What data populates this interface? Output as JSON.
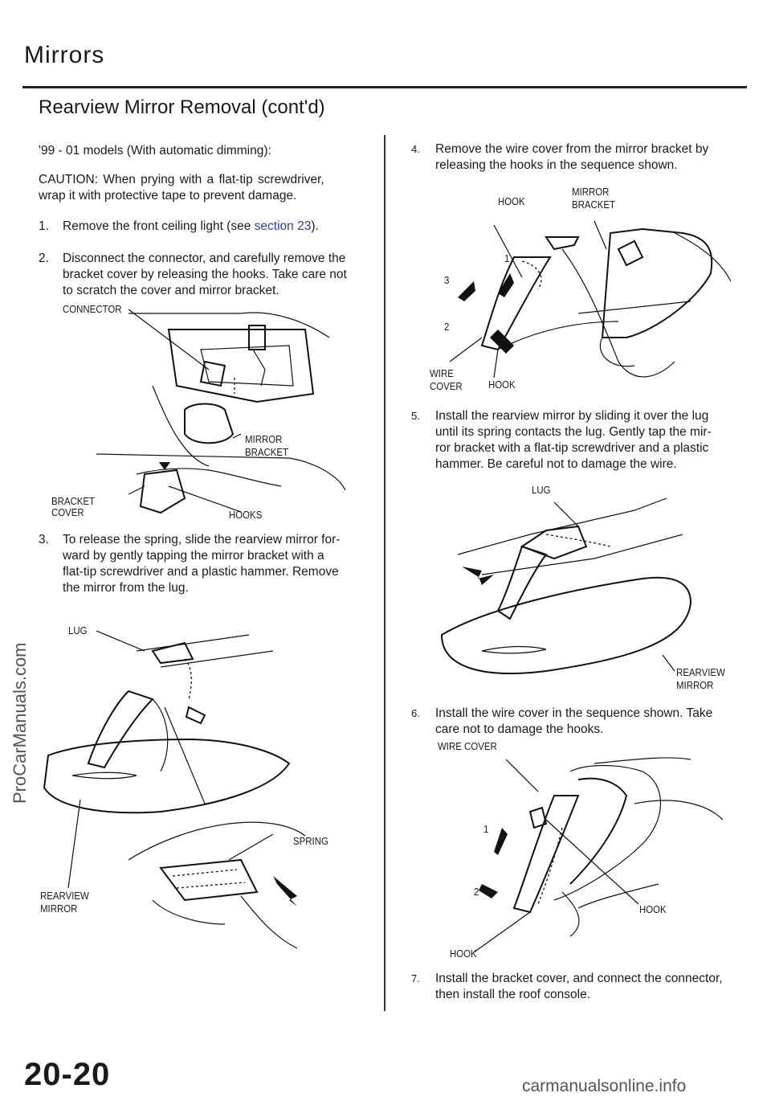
{
  "header": {
    "title": "Mirrors",
    "subtitle": "Rearview Mirror Removal (cont'd)"
  },
  "left": {
    "intro": "'99 - 01 models (With automatic dimming):",
    "caution_line1": "CAUTION: When prying with a flat-tip screwdriver,",
    "caution_line2": "wrap it with protective tape to prevent damage.",
    "step1": {
      "num": "1.",
      "text_before": "Remove the front ceiling light (see ",
      "link": "section 23",
      "text_after": ")."
    },
    "step2": {
      "num": "2.",
      "line1": "Disconnect the connector, and carefully remove the",
      "line2": "bracket cover by releasing the hooks. Take care not",
      "line3": "to scratch the cover and mirror bracket."
    },
    "fig1_labels": {
      "connector": "CONNECTOR",
      "mirror_bracket_1": "MIRROR",
      "mirror_bracket_2": "BRACKET",
      "bracket_cover_1": "BRACKET",
      "bracket_cover_2": "COVER",
      "hooks": "HOOKS"
    },
    "step3": {
      "num": "3.",
      "line1": "To release the spring, slide the rearview mirror for-",
      "line2": "ward by gently tapping the mirror bracket with a",
      "line3": "flat-tip screwdriver and a plastic hammer. Remove",
      "line4": "the mirror from the lug."
    },
    "fig2_labels": {
      "lug": "LUG",
      "spring": "SPRING",
      "rearview_1": "REARVIEW",
      "rearview_2": "MIRROR"
    }
  },
  "right": {
    "step4": {
      "num": "4.",
      "line1": "Remove the wire cover from the mirror bracket by",
      "line2": "releasing the hooks in the sequence shown."
    },
    "fig3_labels": {
      "hook_top": "HOOK",
      "mirror_bracket_1": "MIRROR",
      "mirror_bracket_2": "BRACKET",
      "wire_cover_1": "WIRE",
      "wire_cover_2": "COVER",
      "hook_bottom": "HOOK",
      "seq1": "1",
      "seq2": "2",
      "seq3": "3"
    },
    "step5": {
      "num": "5.",
      "line1": "Install the rearview mirror by sliding it over the lug",
      "line2": "until its spring contacts the lug. Gently tap the mir-",
      "line3": "ror bracket with a flat-tip screwdriver and a plastic",
      "line4": "hammer. Be careful not to damage the wire."
    },
    "fig4_labels": {
      "lug": "LUG",
      "rearview_1": "REARVIEW",
      "rearview_2": "MIRROR"
    },
    "step6": {
      "num": "6.",
      "line1": "Install the wire cover in the sequence shown. Take",
      "line2": "care not to damage the hooks."
    },
    "fig5_labels": {
      "wire_cover": "WIRE COVER",
      "hook_right": "HOOK",
      "hook_bottom": "HOOK",
      "seq1": "1",
      "seq2": "2"
    },
    "step7": {
      "num": "7.",
      "line1": "Install the bracket cover, and connect the connector,",
      "line2": "then install the roof console."
    }
  },
  "footer": {
    "page_number": "20-20",
    "watermark": "ProCarManuals.com",
    "site": "carmanualsonline.info"
  }
}
